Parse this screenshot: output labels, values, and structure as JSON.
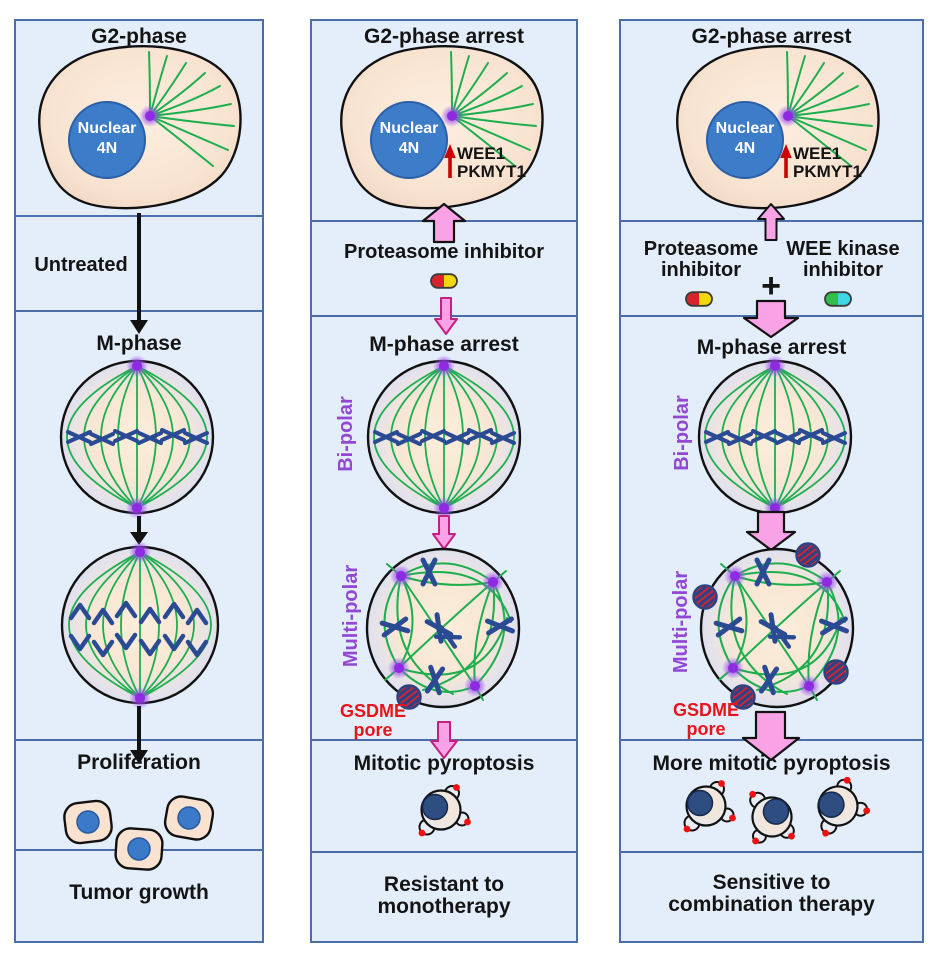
{
  "figure": "mitotic-pyroptosis-therapy-schematic",
  "colors": {
    "panel_background": "#e4eefb",
    "panel_border": "#4b6ea9",
    "arrow_pink": "#f9a3e6",
    "label_purple": "#9348d4",
    "label_red": "#e8141c",
    "microtubule_green": "#1fae4e",
    "nucleus_blue": "#3d7cc9",
    "chromosome_blue": "#2b4a94",
    "pill_red": "#d8232f",
    "pill_yellow": "#f2d90e",
    "pill_green": "#2fbf4a",
    "pill_cyan": "#3fd4e6"
  },
  "columns": [
    {
      "phase_title": "G2-phase",
      "nucleus_line1": "Nuclear",
      "nucleus_line2": "4N",
      "treatment_label": "Untreated",
      "mphase_title": "M-phase",
      "outcome_title": "Proliferation",
      "result_line1": "Tumor growth"
    },
    {
      "phase_title": "G2-phase arrest",
      "nucleus_line1": "Nuclear",
      "nucleus_line2": "4N",
      "kinase_line1": "WEE1",
      "kinase_line2": "PKMYT1",
      "treatment_label": "Proteasome inhibitor",
      "mphase_title": "M-phase arrest",
      "bipolar_label": "Bi-polar",
      "multipolar_label": "Multi-polar",
      "gsdme_line1": "GSDME",
      "gsdme_line2": "pore",
      "outcome_title": "Mitotic pyroptosis",
      "result_line1": "Resistant to",
      "result_line2": "monotherapy"
    },
    {
      "phase_title": "G2-phase arrest",
      "nucleus_line1": "Nuclear",
      "nucleus_line2": "4N",
      "kinase_line1": "WEE1",
      "kinase_line2": "PKMYT1",
      "drug1_line1": "Proteasome",
      "drug1_line2": "inhibitor",
      "plus_sign": "+",
      "drug2_line1": "WEE kinase",
      "drug2_line2": "inhibitor",
      "mphase_title": "M-phase arrest",
      "bipolar_label": "Bi-polar",
      "multipolar_label": "Multi-polar",
      "gsdme_line1": "GSDME",
      "gsdme_line2": "pore",
      "outcome_title": "More mitotic pyroptosis",
      "result_line1": "Sensitive to",
      "result_line2": "combination therapy"
    }
  ]
}
